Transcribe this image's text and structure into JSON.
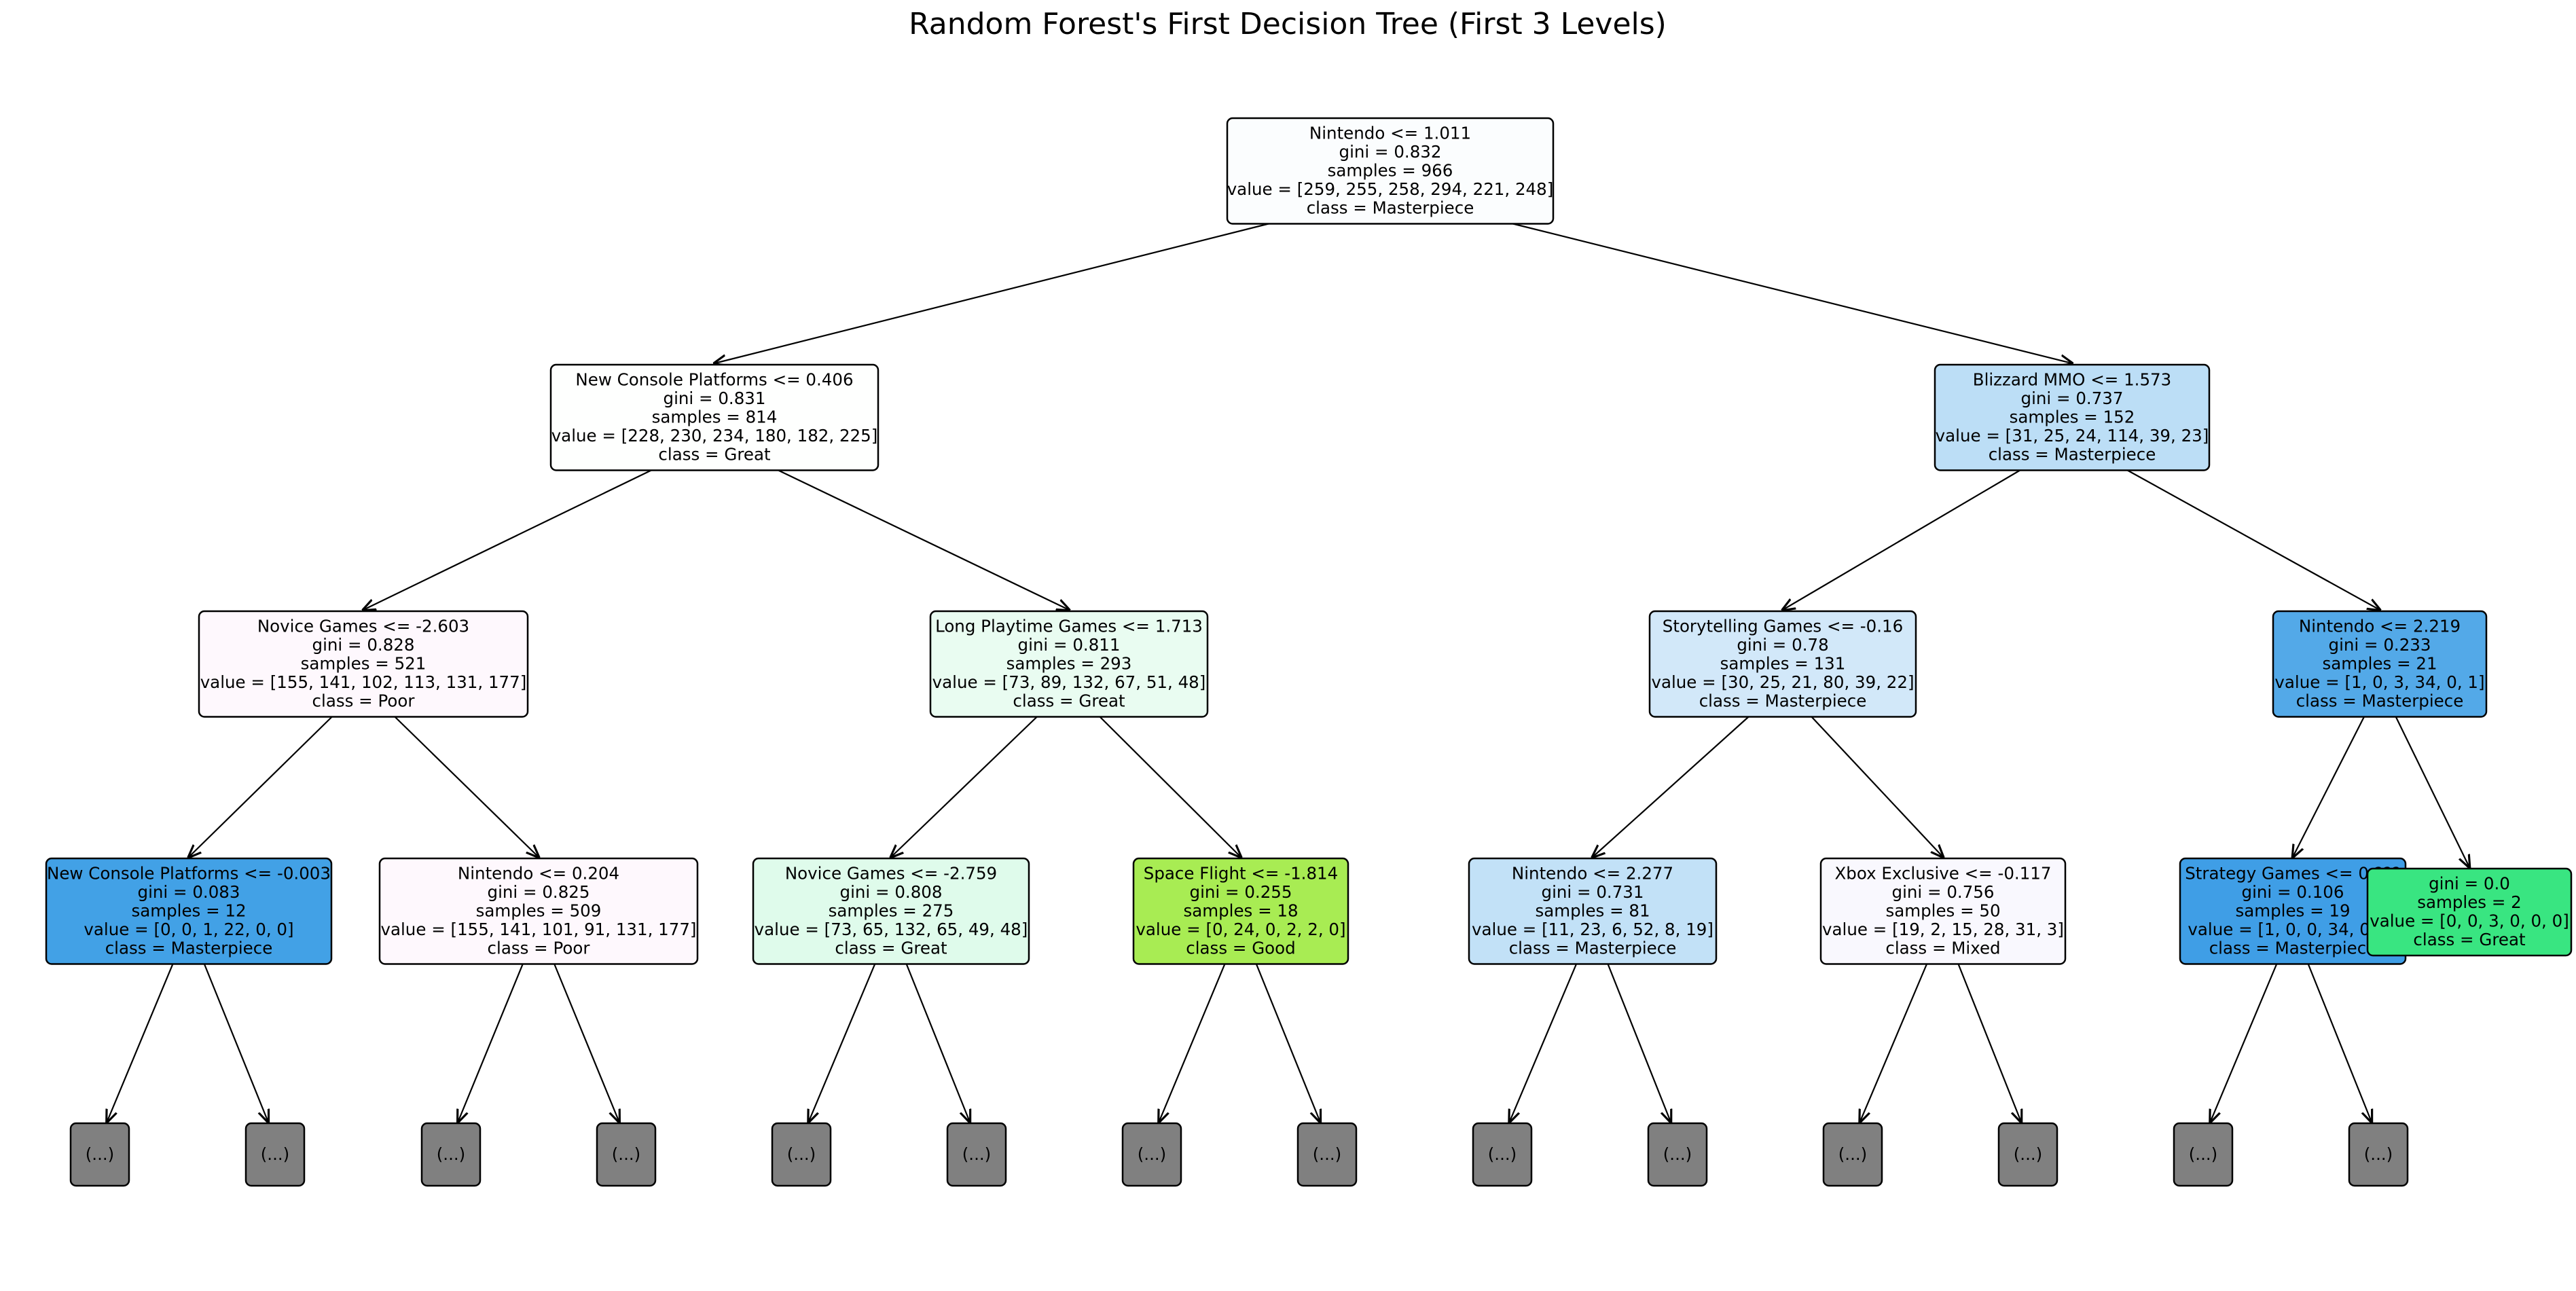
{
  "title": "Random Forest's First Decision Tree (First 3 Levels)",
  "colors": {
    "masterpiece": "#399de5",
    "great": "#39e581",
    "good": "#7be539",
    "poor": "#e539c0",
    "mixed": "#4f39e5",
    "elided": "#808080"
  },
  "nodes": [
    {
      "id": "n0",
      "lines": [
        "Nintendo <= 1.011",
        "gini = 0.832",
        "samples = 966",
        "value = [259, 255, 258, 294, 221, 248]",
        "class = Masterpiece"
      ],
      "fill": "#fbfdfe"
    },
    {
      "id": "n1",
      "lines": [
        "New Console Platforms <= 0.406",
        "gini = 0.831",
        "samples = 814",
        "value = [228, 230, 234, 180, 182, 225]",
        "class = Great"
      ],
      "fill": "#fefffe"
    },
    {
      "id": "n2",
      "lines": [
        "Blizzard MMO <= 1.573",
        "gini = 0.737",
        "samples = 152",
        "value = [31, 25, 24, 114, 39, 23]",
        "class = Masterpiece"
      ],
      "fill": "#bcdef6"
    },
    {
      "id": "n3",
      "lines": [
        "Novice Games <= -2.603",
        "gini = 0.828",
        "samples = 521",
        "value = [155, 141, 102, 113, 131, 177]",
        "class = Poor"
      ],
      "fill": "#fef8fd"
    },
    {
      "id": "n4",
      "lines": [
        "Long Playtime Games <= 1.713",
        "gini = 0.811",
        "samples = 293",
        "value = [73, 89, 132, 67, 51, 48]",
        "class = Great"
      ],
      "fill": "#e9fcf1"
    },
    {
      "id": "n5",
      "lines": [
        "Storytelling Games <= -0.16",
        "gini = 0.78",
        "samples = 131",
        "value = [30, 25, 21, 80, 39, 22]",
        "class = Masterpiece"
      ],
      "fill": "#d2e8f9"
    },
    {
      "id": "n6",
      "lines": [
        "Nintendo <= 2.219",
        "gini = 0.233",
        "samples = 21",
        "value = [1, 0, 3, 34, 0, 1]",
        "class = Masterpiece"
      ],
      "fill": "#53a9e8"
    },
    {
      "id": "n7",
      "lines": [
        "New Console Platforms <= -0.003",
        "gini = 0.083",
        "samples = 12",
        "value = [0, 0, 1, 22, 0, 0]",
        "class = Masterpiece"
      ],
      "fill": "#42a1e6"
    },
    {
      "id": "n8",
      "lines": [
        "Nintendo <= 0.204",
        "gini = 0.825",
        "samples = 509",
        "value = [155, 141, 101, 91, 131, 177]",
        "class = Poor"
      ],
      "fill": "#fef8fd"
    },
    {
      "id": "n9",
      "lines": [
        "Novice Games <= -2.759",
        "gini = 0.808",
        "samples = 275",
        "value = [73, 65, 132, 65, 49, 48]",
        "class = Great"
      ],
      "fill": "#dffbeb"
    },
    {
      "id": "n10",
      "lines": [
        "Space Flight <= -1.814",
        "gini = 0.255",
        "samples = 18",
        "value = [0, 24, 0, 2, 2, 0]",
        "class = Good"
      ],
      "fill": "#a8ec53"
    },
    {
      "id": "n11",
      "lines": [
        "Nintendo <= 2.277",
        "gini = 0.731",
        "samples = 81",
        "value = [11, 23, 6, 52, 8, 19]",
        "class = Masterpiece"
      ],
      "fill": "#c2e1f7"
    },
    {
      "id": "n12",
      "lines": [
        "Xbox Exclusive <= -0.117",
        "gini = 0.756",
        "samples = 50",
        "value = [19, 2, 15, 28, 31, 3]",
        "class = Mixed"
      ],
      "fill": "#f9f8fe"
    },
    {
      "id": "n13",
      "lines": [
        "Strategy Games <= 0.???",
        "gini = 0.106",
        "samples = 19",
        "value = [1, 0, 0, 34, 0, 0]",
        "class = Masterpiece"
      ],
      "fill": "#3f9ee6"
    },
    {
      "id": "n14",
      "lines": [
        "gini = 0.0",
        "samples = 2",
        "value = [0, 0, 3, 0, 0, 0]",
        "class = Great"
      ],
      "fill": "#39e581"
    }
  ],
  "elided_label": "(...)"
}
